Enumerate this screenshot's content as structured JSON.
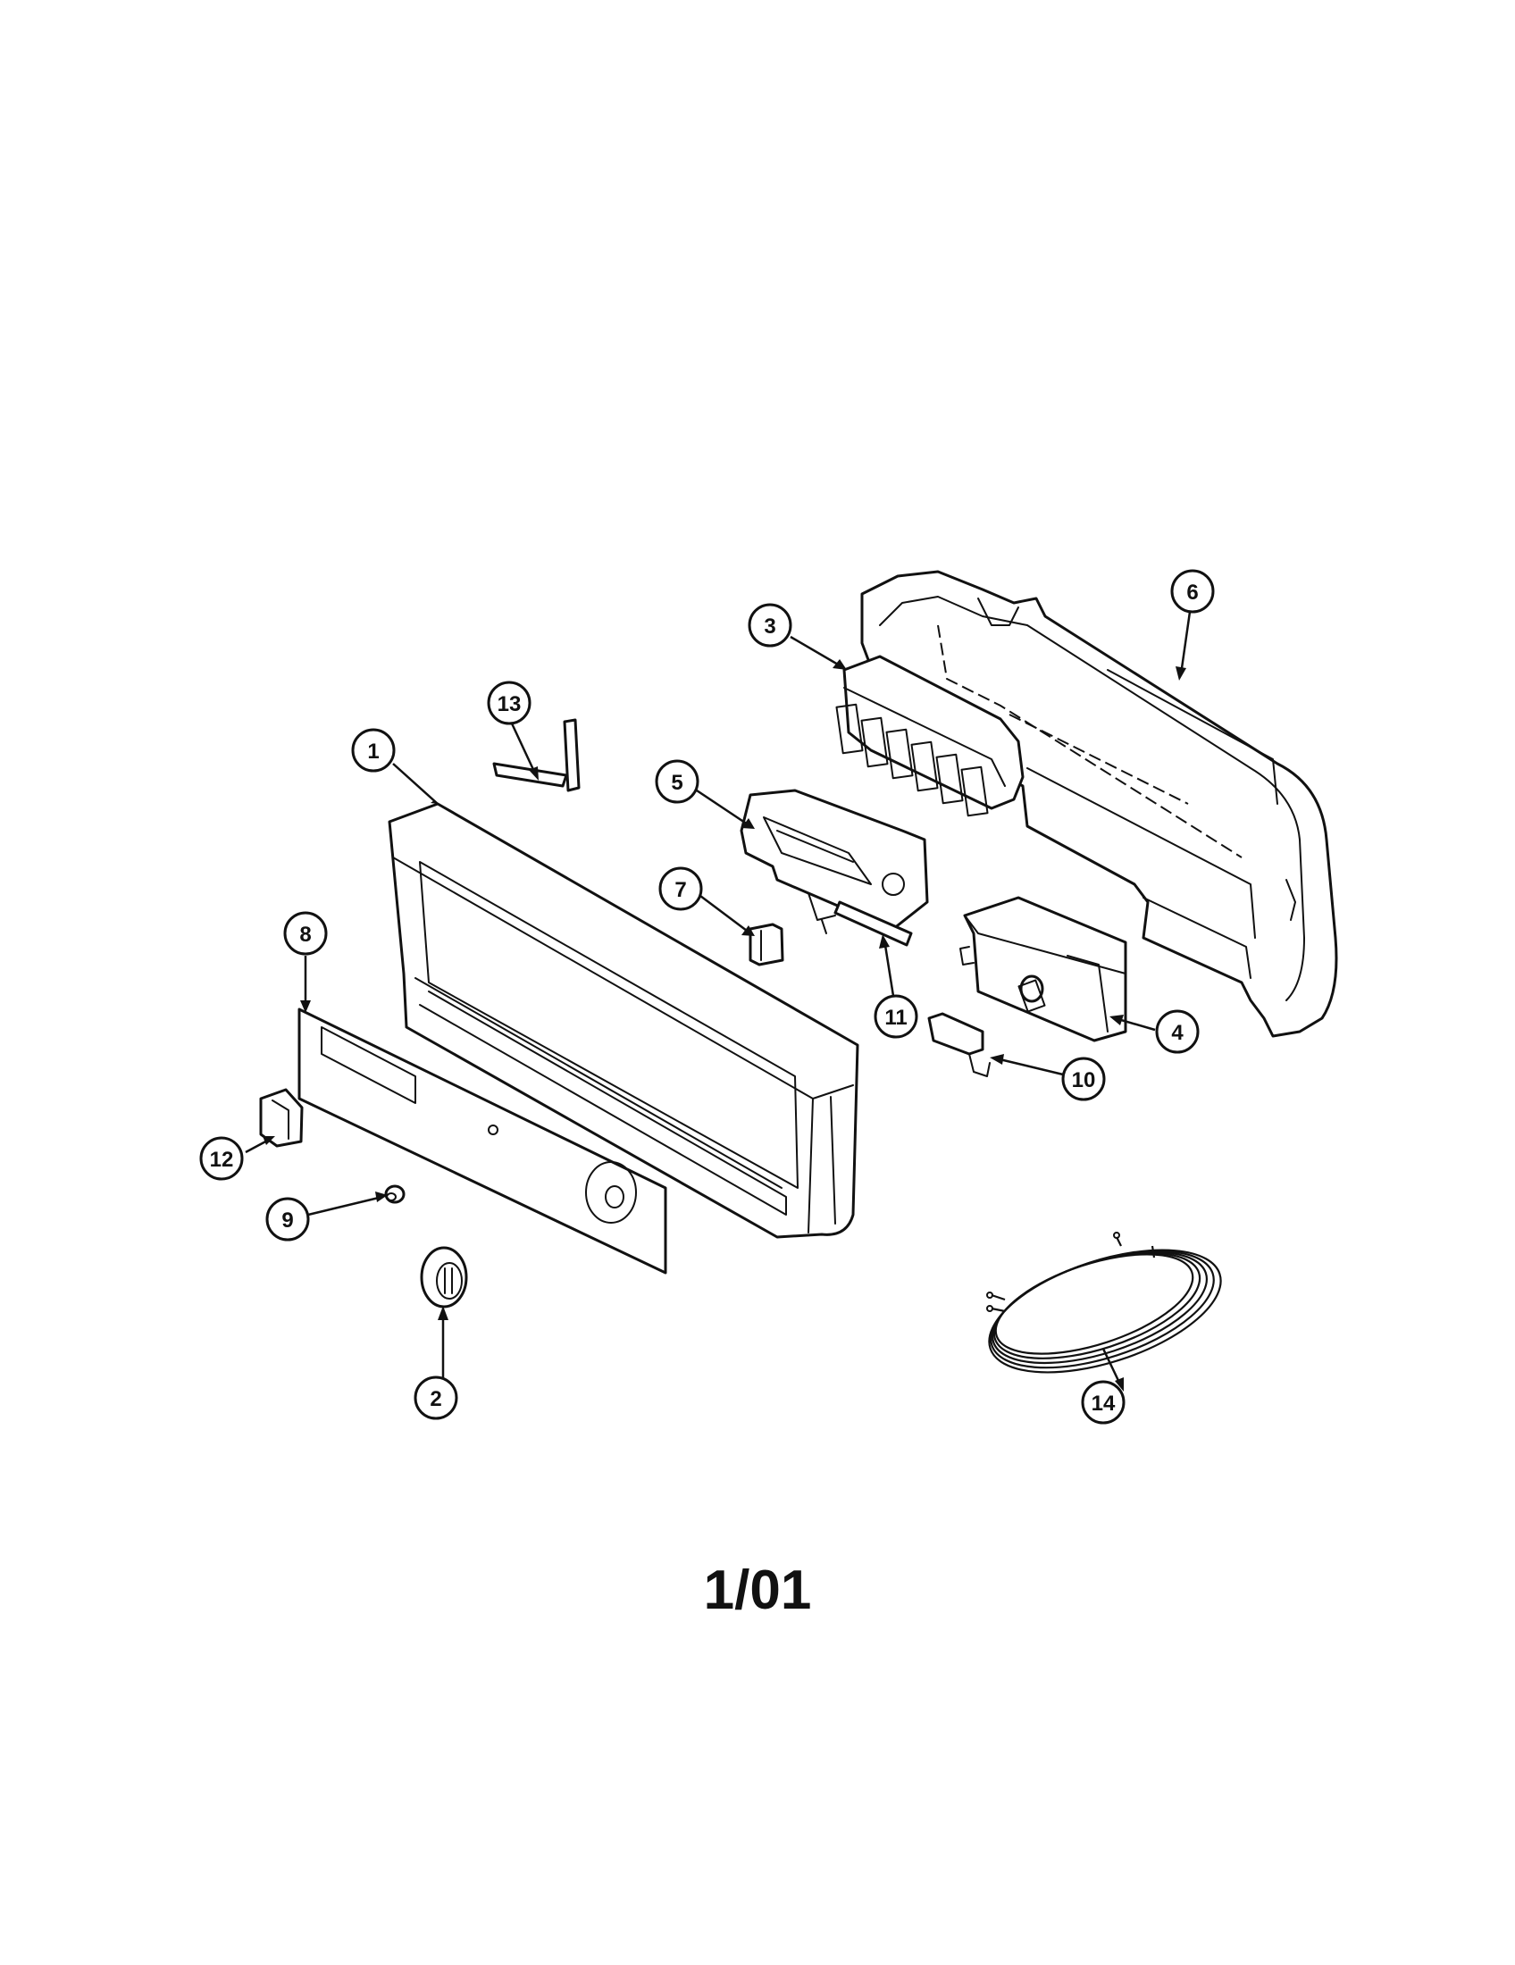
{
  "callouts": [
    {
      "id": "1",
      "label": "1"
    },
    {
      "id": "2",
      "label": "2"
    },
    {
      "id": "3",
      "label": "3"
    },
    {
      "id": "4",
      "label": "4"
    },
    {
      "id": "5",
      "label": "5"
    },
    {
      "id": "6",
      "label": "6"
    },
    {
      "id": "7",
      "label": "7"
    },
    {
      "id": "8",
      "label": "8"
    },
    {
      "id": "9",
      "label": "9"
    },
    {
      "id": "10",
      "label": "10"
    },
    {
      "id": "11",
      "label": "11"
    },
    {
      "id": "12",
      "label": "12"
    },
    {
      "id": "13",
      "label": "13"
    },
    {
      "id": "14",
      "label": "14"
    }
  ],
  "page_label": "1/01"
}
